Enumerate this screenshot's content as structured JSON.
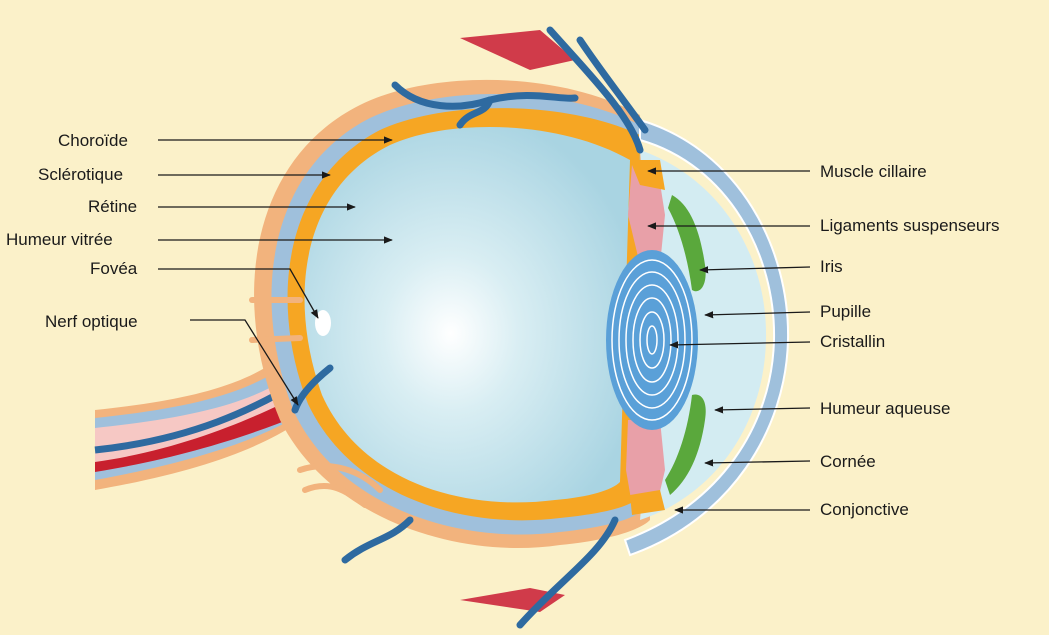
{
  "labels": {
    "choroide": "Choroïde",
    "sclerotique": "Sclérotique",
    "retine": "Rétine",
    "humeur_vitree": "Humeur vitrée",
    "fovea": "Fovéa",
    "nerf_optique": "Nerf optique",
    "muscle_cillaire": "Muscle cillaire",
    "ligaments": "Ligaments suspenseurs",
    "iris": "Iris",
    "pupille": "Pupille",
    "cristallin": "Cristallin",
    "humeur_aqueuse": "Humeur aqueuse",
    "cornee": "Cornée",
    "conjonctive": "Conjonctive"
  },
  "colors": {
    "background": "#fbf1c9",
    "sclera": "#f2b37d",
    "choroid": "#9fc0dc",
    "retina": "#f6a623",
    "vitreous": "#c5e4ec",
    "muscle": "#e8a0a8",
    "iris": "#5aa83c",
    "lens": "#5aa0d8",
    "vessel": "#2e6aa0",
    "artery": "#c8202e"
  }
}
